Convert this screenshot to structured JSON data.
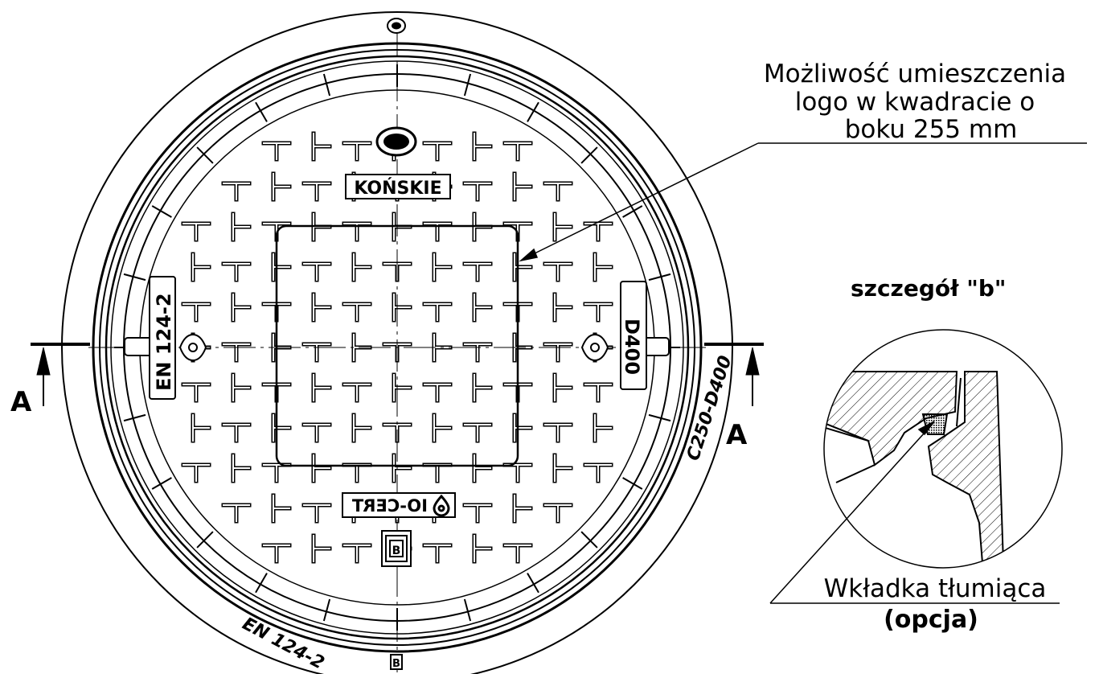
{
  "callout": {
    "line1": "Możliwość umieszczenia",
    "line2": "logo w kwadracie o",
    "line3": "boku 255 mm"
  },
  "cover": {
    "city": "KOŃSKIE",
    "standard_left": "EN 124-2",
    "class_right": "D400",
    "cert": "IO-CERT",
    "rim_class": "C250-D400",
    "rim_standard": "EN 124-2"
  },
  "section": {
    "left_mark": "A",
    "right_mark": "A"
  },
  "detail": {
    "title": "szczegół \"b\"",
    "insert_label": "Wkładka tłumiąca",
    "insert_option": "(opcja)"
  },
  "colors": {
    "line": "#000000",
    "background": "#ffffff"
  }
}
